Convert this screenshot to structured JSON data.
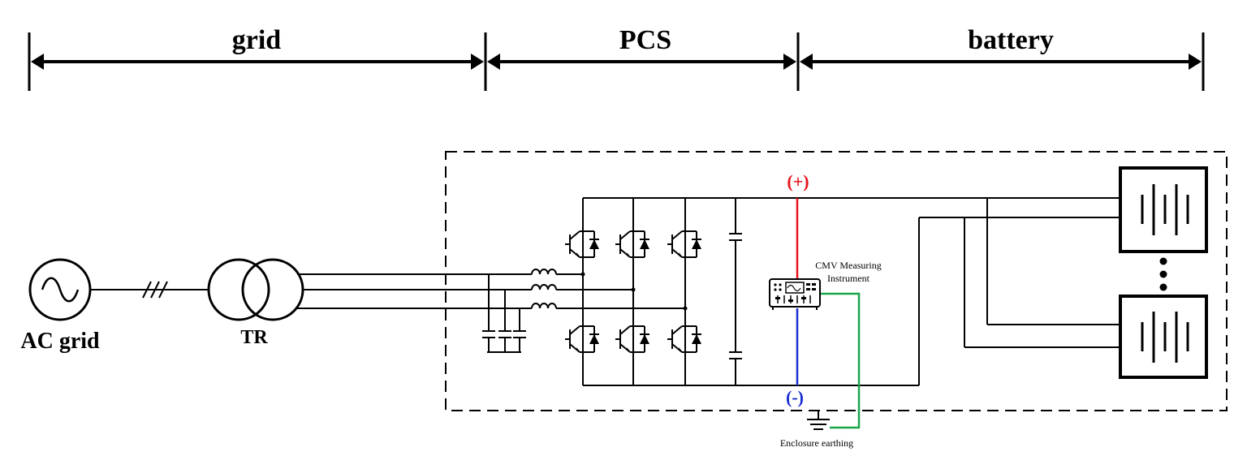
{
  "sections": {
    "grid": "grid",
    "pcs": "PCS",
    "battery": "battery"
  },
  "labels": {
    "ac_grid": "AC grid",
    "transformer": "TR",
    "positive": "(+)",
    "negative": "(-)",
    "instrument_line1": "CMV Measuring",
    "instrument_line2": "Instrument",
    "earthing": "Enclosure earthing"
  },
  "colors": {
    "positive": "#e8121b",
    "negative": "#1a2fd1",
    "earth": "#1aa64a",
    "line": "#000000"
  }
}
